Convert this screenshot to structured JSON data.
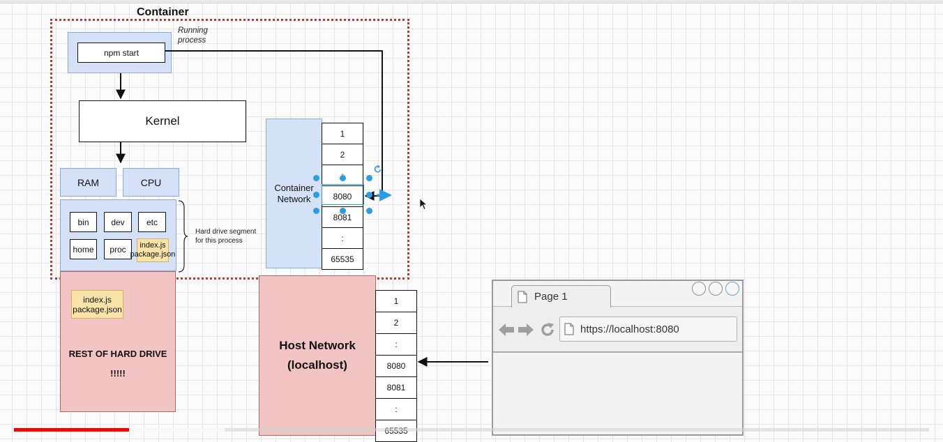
{
  "container": {
    "title": "Container",
    "running_label": "Running\nprocess",
    "process_label": "npm start",
    "kernel_label": "Kernel",
    "ram_label": "RAM",
    "cpu_label": "CPU",
    "folders": [
      "bin",
      "dev",
      "etc",
      "home",
      "proc"
    ],
    "files_label": "index.js\npackage.json",
    "segment_note": "Hard drive segment\nfor this process",
    "network_label": "Container\nNetwork",
    "ports": [
      "1",
      "2",
      ":",
      "8080",
      "8081",
      ":",
      "65535"
    ]
  },
  "hard_drive": {
    "files_label": "index.js\npackage.json",
    "label": "REST OF HARD DRIVE",
    "exclaim": "!!!!!"
  },
  "host": {
    "label": "Host Network\n(localhost)",
    "ports": [
      "1",
      "2",
      ":",
      "8080",
      "8081",
      ":",
      "65535"
    ]
  },
  "browser": {
    "tab_label": "Page 1",
    "url": "https://localhost:8080"
  },
  "colors": {
    "container_border": "#b53a3a",
    "blue_fill": "#d4e1f7",
    "pink_fill": "#f2c4c4",
    "file_fill": "#f8e3a8",
    "selection": "#2a9de8",
    "video_progress": "#ff0000"
  },
  "video": {
    "progress_fraction": 0.126
  }
}
